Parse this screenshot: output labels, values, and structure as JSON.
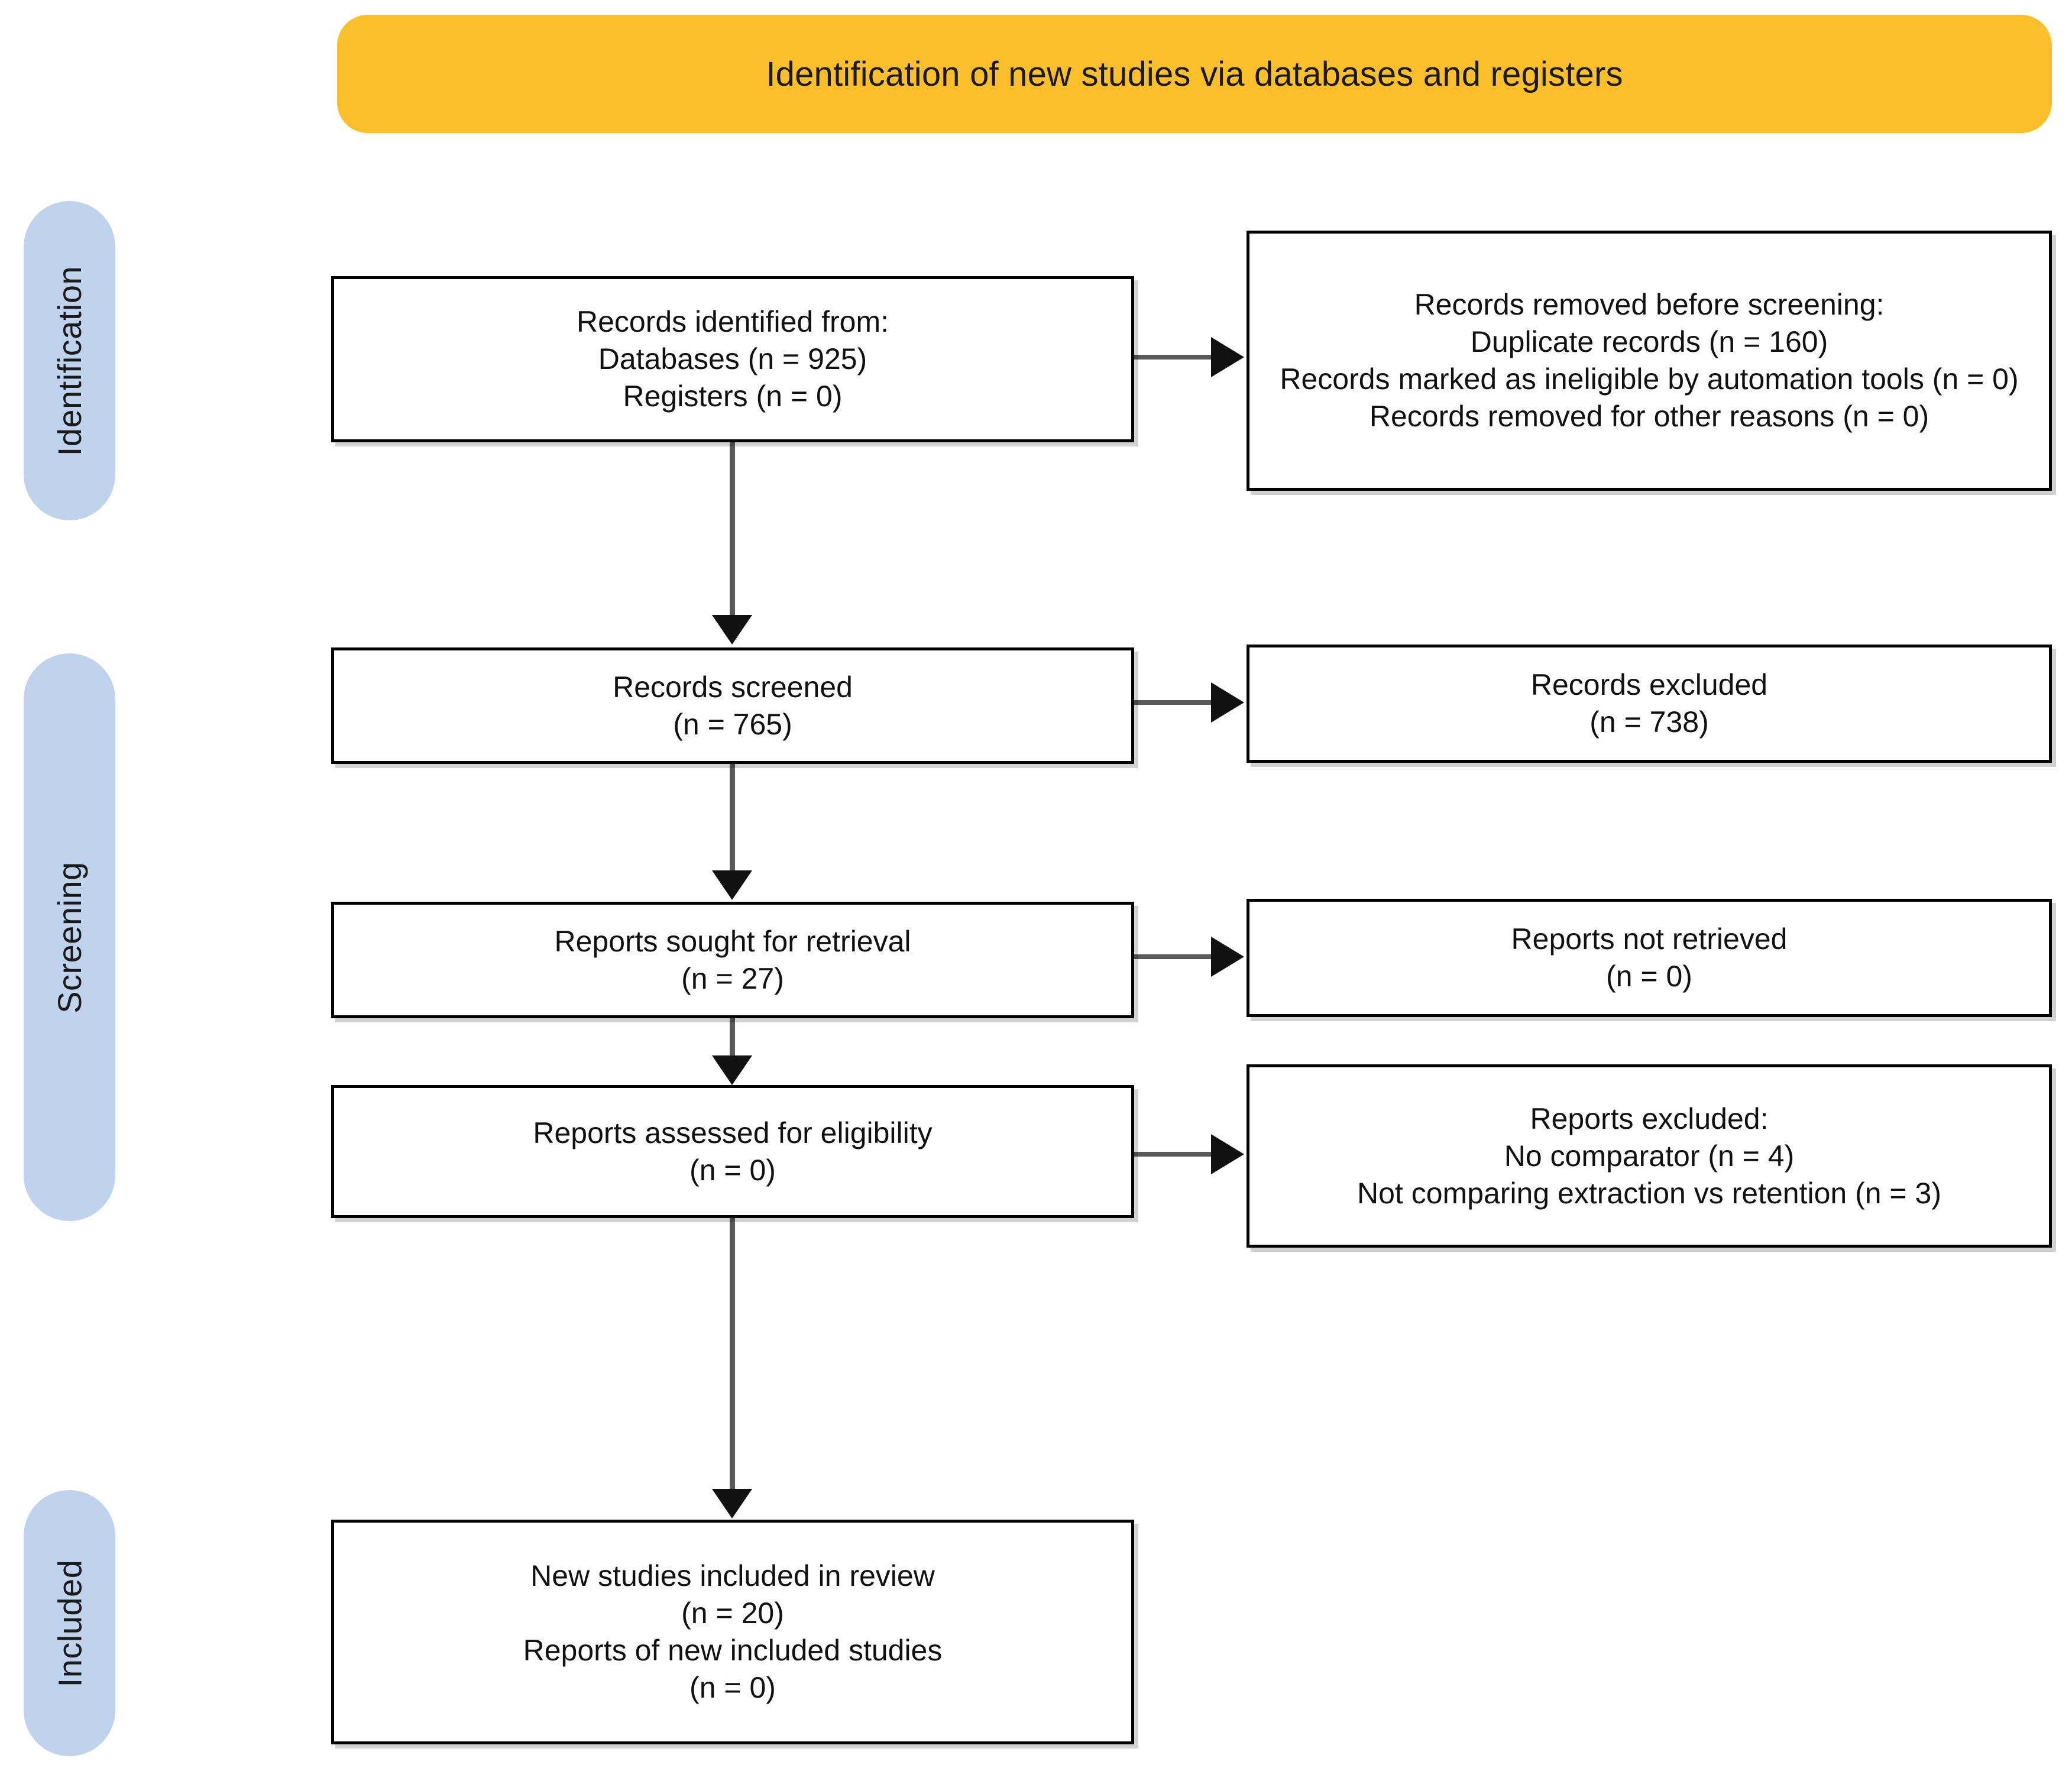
{
  "colors": {
    "header_bg": "#FBBF2B",
    "stage_pill_bg": "#C0D3EC",
    "box_border": "#000000",
    "connector": "#595959",
    "text": "#111111"
  },
  "header": {
    "title": "Identification of new studies via databases and registers"
  },
  "stages": [
    {
      "id": "identification",
      "label": "Identification"
    },
    {
      "id": "screening",
      "label": "Screening"
    },
    {
      "id": "included",
      "label": "Included"
    }
  ],
  "chart_data": {
    "type": "diagram",
    "title": "Identification of new studies via databases and registers",
    "nodes": [
      {
        "id": "identified",
        "stage": "identification",
        "column": "left",
        "lines": [
          "Records identified from:",
          "Databases (n = 925)",
          "Registers (n = 0)"
        ],
        "counts": {
          "databases": 925,
          "registers": 0
        }
      },
      {
        "id": "removed",
        "stage": "identification",
        "column": "right",
        "lines": [
          "Records removed before screening:",
          "Duplicate records (n = 160)",
          "Records marked as ineligible by automation tools (n = 0)",
          "Records removed for other reasons (n = 0)"
        ],
        "counts": {
          "duplicate_records": 160,
          "ineligible_by_automation_tools": 0,
          "removed_other_reasons": 0
        }
      },
      {
        "id": "screened",
        "stage": "screening",
        "column": "left",
        "lines": [
          "Records screened",
          "(n = 765)"
        ],
        "counts": {
          "n": 765
        }
      },
      {
        "id": "records_excluded",
        "stage": "screening",
        "column": "right",
        "lines": [
          "Records excluded",
          "(n = 738)"
        ],
        "counts": {
          "n": 738
        }
      },
      {
        "id": "sought",
        "stage": "screening",
        "column": "left",
        "lines": [
          "Reports sought for retrieval",
          "(n = 27)"
        ],
        "counts": {
          "n": 27
        }
      },
      {
        "id": "not_retrieved",
        "stage": "screening",
        "column": "right",
        "lines": [
          "Reports not retrieved",
          "(n = 0)"
        ],
        "counts": {
          "n": 0
        }
      },
      {
        "id": "assessed",
        "stage": "screening",
        "column": "left",
        "lines": [
          "Reports assessed for eligibility",
          "(n = 0)"
        ],
        "counts": {
          "n": 0
        }
      },
      {
        "id": "reports_excluded",
        "stage": "screening",
        "column": "right",
        "lines": [
          "Reports excluded:",
          "No comparator (n = 4)",
          "Not comparing extraction vs retention (n = 3)"
        ],
        "counts": {
          "no_comparator": 4,
          "not_comparing_extraction_vs_retention": 3
        }
      },
      {
        "id": "included",
        "stage": "included",
        "column": "left",
        "lines": [
          "New studies included in review",
          "(n = 20)",
          "Reports of new included studies",
          "(n = 0)"
        ],
        "counts": {
          "new_studies": 20,
          "reports_of_new_included_studies": 0
        }
      }
    ],
    "edges": [
      {
        "from": "identified",
        "to": "removed",
        "direction": "horizontal"
      },
      {
        "from": "identified",
        "to": "screened",
        "direction": "vertical"
      },
      {
        "from": "screened",
        "to": "records_excluded",
        "direction": "horizontal"
      },
      {
        "from": "screened",
        "to": "sought",
        "direction": "vertical"
      },
      {
        "from": "sought",
        "to": "not_retrieved",
        "direction": "horizontal"
      },
      {
        "from": "sought",
        "to": "assessed",
        "direction": "vertical"
      },
      {
        "from": "assessed",
        "to": "reports_excluded",
        "direction": "horizontal"
      },
      {
        "from": "assessed",
        "to": "included",
        "direction": "vertical"
      }
    ]
  },
  "boxes": {
    "identified": {
      "line1": "Records identified from:",
      "line2": "Databases (n = 925)",
      "line3": "Registers (n = 0)"
    },
    "removed": {
      "line1": "Records removed before screening:",
      "line2": "Duplicate records (n = 160)",
      "line3": "Records marked as ineligible by automation tools (n = 0)",
      "line4": "Records removed for other reasons (n = 0)"
    },
    "screened": {
      "line1": "Records screened",
      "line2": "(n = 765)"
    },
    "records_excluded": {
      "line1": "Records excluded",
      "line2": "(n = 738)"
    },
    "sought": {
      "line1": "Reports sought for retrieval",
      "line2": "(n = 27)"
    },
    "not_retrieved": {
      "line1": "Reports not retrieved",
      "line2": "(n = 0)"
    },
    "assessed": {
      "line1": "Reports assessed for eligibility",
      "line2": "(n = 0)"
    },
    "reports_excluded": {
      "line1": "Reports excluded:",
      "line2": "No comparator (n = 4)",
      "line3": "Not comparing extraction vs retention (n = 3)"
    },
    "included": {
      "line1": "New studies included in review",
      "line2": "(n = 20)",
      "line3": "Reports of new included studies",
      "line4": "(n = 0)"
    }
  }
}
